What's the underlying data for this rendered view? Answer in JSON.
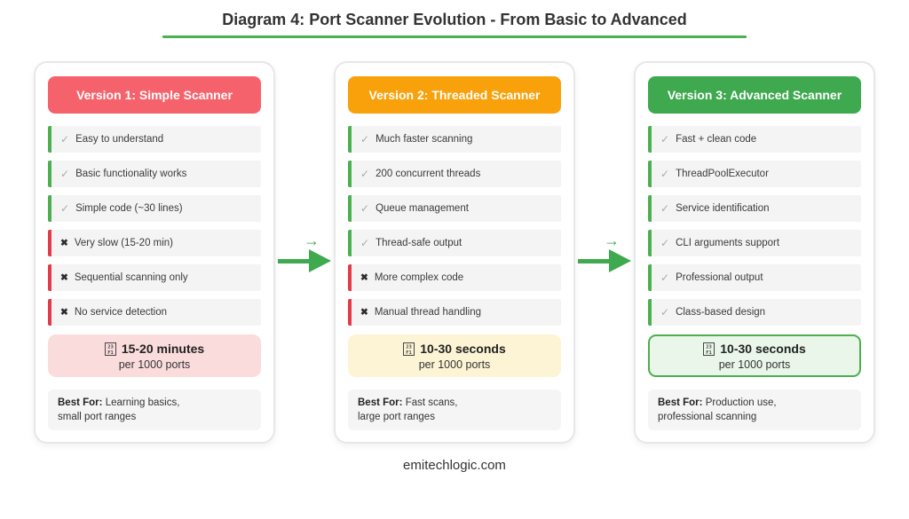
{
  "title": "Diagram 4: Port Scanner Evolution - From Basic to Advanced",
  "footer": "emitechlogic.com",
  "glyphs": {
    "check": "✓",
    "cross": "✖",
    "arrow": "→",
    "timer_hex_top": "23",
    "timer_hex_bottom": "F1"
  },
  "colors": {
    "underline_green": "#4CAF50",
    "arrow_green": "#3FA94F",
    "v1_header_bg": "#F5626C",
    "v2_header_bg": "#F9A10A",
    "v3_header_bg": "#3FA94F",
    "pro_border": "#4CAF50",
    "con_border": "#E23B4A",
    "feature_bg": "#F4F4F4",
    "v1_timing_bg": "#FBDCDD",
    "v2_timing_bg": "#FCF4D4",
    "v3_timing_bg": "#EAF6EA",
    "v3_timing_border": "#4CAF50"
  },
  "cards": [
    {
      "header": "Version 1: Simple Scanner",
      "features": [
        {
          "type": "pro",
          "text": "Easy to understand"
        },
        {
          "type": "pro",
          "text": "Basic functionality works"
        },
        {
          "type": "pro",
          "text": "Simple code (~30 lines)"
        },
        {
          "type": "con",
          "text": "Very slow (15-20 min)"
        },
        {
          "type": "con",
          "text": "Sequential scanning only"
        },
        {
          "type": "con",
          "text": "No service detection"
        }
      ],
      "timing": {
        "main": "15-20 minutes",
        "sub": "per 1000 ports"
      },
      "best_for": {
        "label": "Best For:",
        "line1": "Learning basics,",
        "line2": "small port ranges"
      }
    },
    {
      "header": "Version 2: Threaded Scanner",
      "features": [
        {
          "type": "pro",
          "text": "Much faster scanning"
        },
        {
          "type": "pro",
          "text": "200 concurrent threads"
        },
        {
          "type": "pro",
          "text": "Queue management"
        },
        {
          "type": "pro",
          "text": "Thread-safe output"
        },
        {
          "type": "con",
          "text": "More complex code"
        },
        {
          "type": "con",
          "text": "Manual thread handling"
        }
      ],
      "timing": {
        "main": "10-30 seconds",
        "sub": "per 1000 ports"
      },
      "best_for": {
        "label": "Best For:",
        "line1": "Fast scans,",
        "line2": "large port ranges"
      }
    },
    {
      "header": "Version 3: Advanced Scanner",
      "features": [
        {
          "type": "pro",
          "text": "Fast + clean code"
        },
        {
          "type": "pro",
          "text": "ThreadPoolExecutor"
        },
        {
          "type": "pro",
          "text": "Service identification"
        },
        {
          "type": "pro",
          "text": "CLI arguments support"
        },
        {
          "type": "pro",
          "text": "Professional output"
        },
        {
          "type": "pro",
          "text": "Class-based design"
        }
      ],
      "timing": {
        "main": "10-30 seconds",
        "sub": "per 1000 ports"
      },
      "best_for": {
        "label": "Best For:",
        "line1": "Production use,",
        "line2": "professional scanning"
      }
    }
  ]
}
